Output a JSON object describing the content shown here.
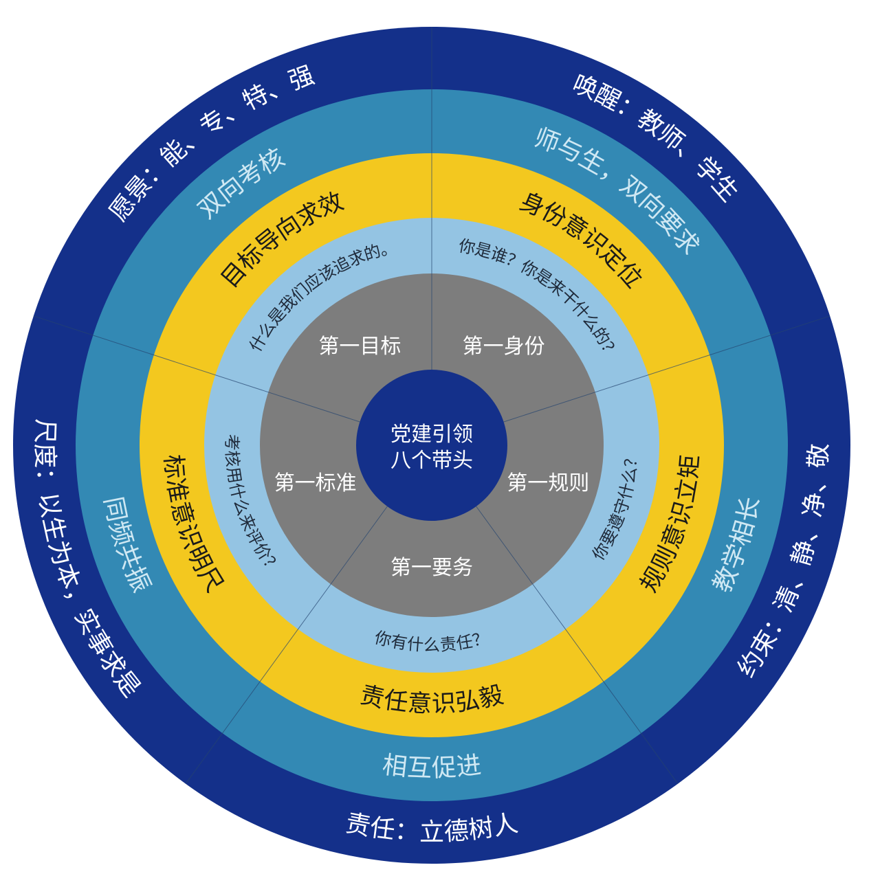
{
  "colors": {
    "outer": "#14308a",
    "teal": "#3389b4",
    "yellow": "#f3c81f",
    "light_blue": "#94c4e3",
    "gray": "#7d7d7d",
    "center": "#14308a",
    "divider": "#25446f"
  },
  "center": {
    "line1": "党建引领",
    "line2": "八个带头"
  },
  "segments": [
    {
      "id": "identity",
      "gray": "第一身份",
      "light": "你是谁？你是来干什么的？",
      "yellow": "身份意识定位",
      "teal": "师与生，双向要求",
      "outer": "唤醒：教师、学生"
    },
    {
      "id": "rules",
      "gray": "第一规则",
      "light": "你要遵守什么？",
      "yellow": "规则意识立矩",
      "teal": "教学相长",
      "outer": "约束：清、静、净、敬"
    },
    {
      "id": "duty",
      "gray": "第一要务",
      "light": "你有什么责任？",
      "yellow": "责任意识弘毅",
      "teal": "相互促进",
      "outer": "责任：立德树人"
    },
    {
      "id": "standard",
      "gray": "第一标准",
      "light": "考核用什么来评价？",
      "yellow": "标准意识明尺",
      "teal": "同频共振",
      "outer": "尺度：以生为本，实事求是"
    },
    {
      "id": "goal",
      "gray": "第一目标",
      "light": "什么是我们应该追求的。",
      "yellow": "目标导向求效",
      "teal": "双向考核",
      "outer": "愿景：能、专、特、强"
    }
  ]
}
